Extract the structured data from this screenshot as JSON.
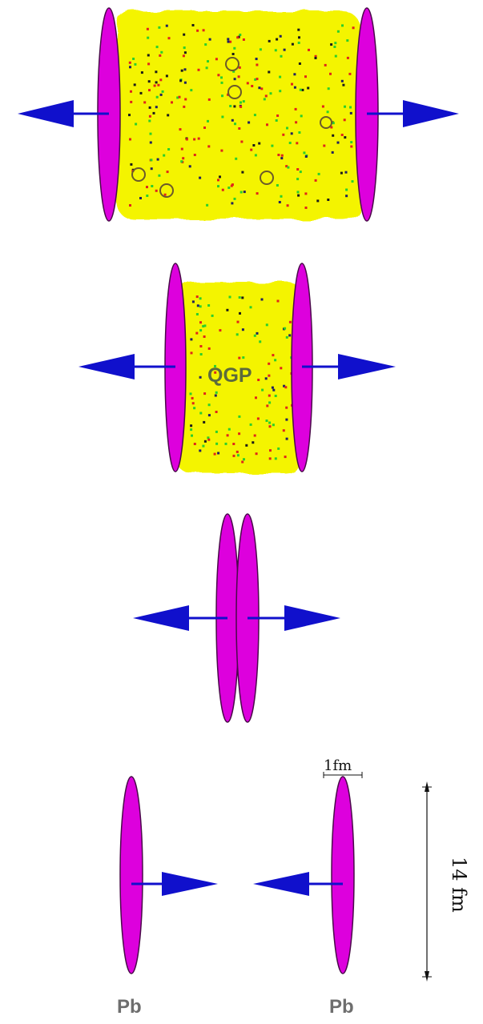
{
  "labels": {
    "qgp": "QGP",
    "nucleus_left": "Pb",
    "nucleus_right": "Pb",
    "thickness": "1fm",
    "diameter": "14 fm"
  },
  "colors": {
    "nucleus_fill": "#dd00dd",
    "nucleus_stroke": "#4a0a4a",
    "arrow": "#1010cc",
    "fireball": "#f4f400"
  },
  "stages": [
    "after collision: expanding fireball with hadrons",
    "quark-gluon plasma",
    "collision",
    "before collision"
  ]
}
